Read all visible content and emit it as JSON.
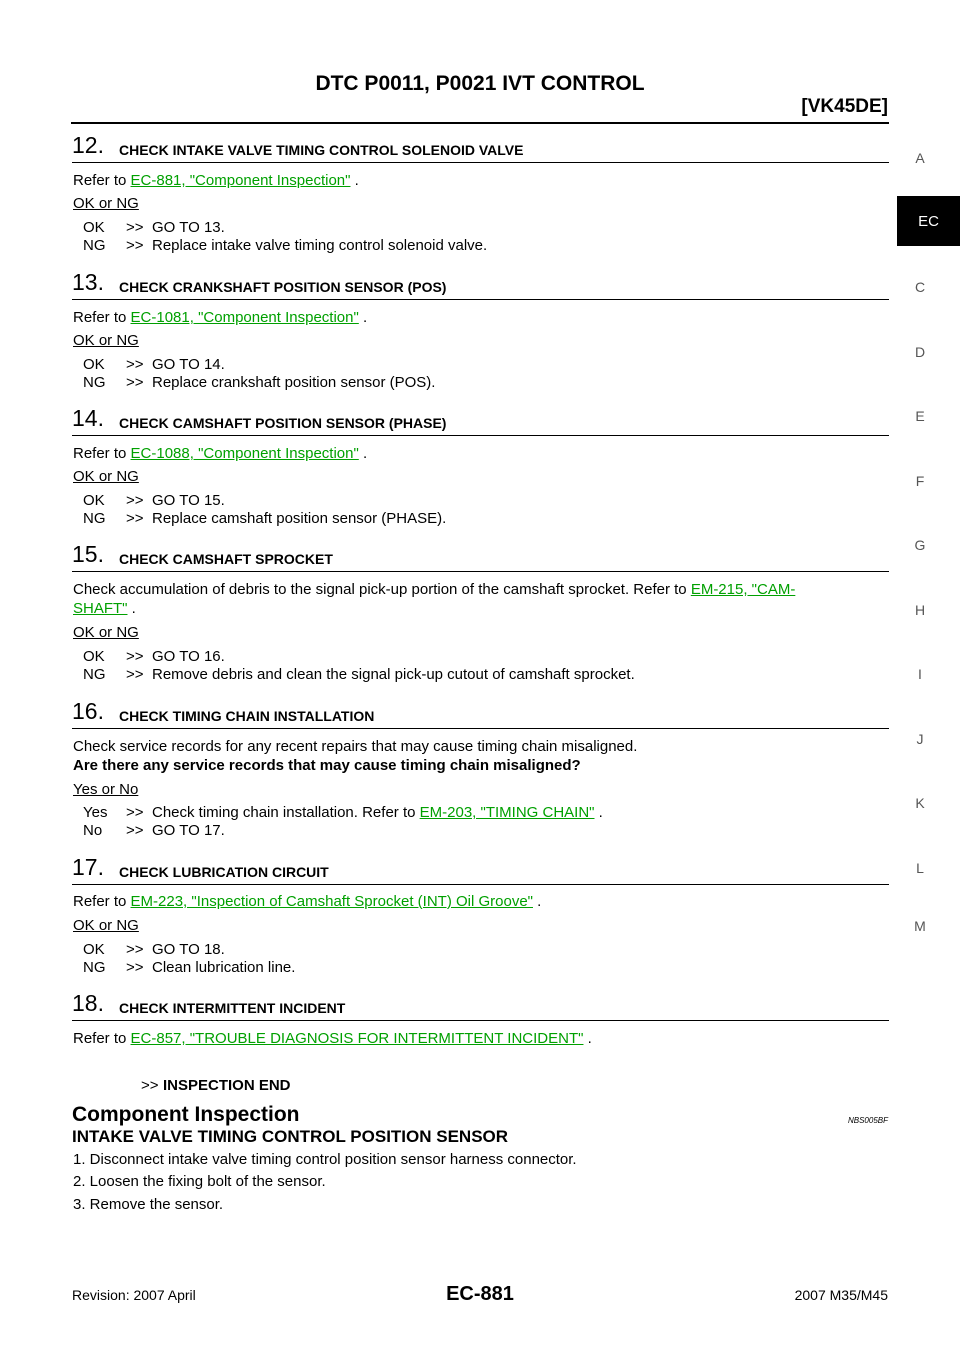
{
  "header": {
    "title": "DTC P0011, P0021 IVT CONTROL",
    "engine": "[VK45DE]"
  },
  "side_index": {
    "active": "EC",
    "letters": [
      "A",
      "C",
      "D",
      "E",
      "F",
      "G",
      "H",
      "I",
      "J",
      "K",
      "L",
      "M"
    ]
  },
  "steps": {
    "s12": {
      "num": "12.",
      "title": "CHECK INTAKE VALVE TIMING CONTROL SOLENOID VALVE",
      "refer_prefix": "Refer to ",
      "link": "EC-881, \"Component Inspection\"",
      "refer_suffix": " .",
      "judge": "OK or NG",
      "r1_key": "OK",
      "r1_arrow": ">>",
      "r1_text": "GO TO 13.",
      "r2_key": "NG",
      "r2_arrow": ">>",
      "r2_text": "Replace intake valve timing control solenoid valve."
    },
    "s13": {
      "num": "13.",
      "title": "CHECK CRANKSHAFT POSITION SENSOR (POS)",
      "refer_prefix": "Refer to ",
      "link": "EC-1081, \"Component Inspection\"",
      "refer_suffix": " .",
      "judge": "OK or NG",
      "r1_key": "OK",
      "r1_arrow": ">>",
      "r1_text": "GO TO 14.",
      "r2_key": "NG",
      "r2_arrow": ">>",
      "r2_text": "Replace crankshaft position sensor (POS)."
    },
    "s14": {
      "num": "14.",
      "title": "CHECK CAMSHAFT POSITION SENSOR (PHASE)",
      "refer_prefix": "Refer to ",
      "link": "EC-1088, \"Component Inspection\"",
      "refer_suffix": " .",
      "judge": "OK or NG",
      "r1_key": "OK",
      "r1_arrow": ">>",
      "r1_text": "GO TO 15.",
      "r2_key": "NG",
      "r2_arrow": ">>",
      "r2_text": "Replace camshaft position sensor (PHASE)."
    },
    "s15": {
      "num": "15.",
      "title": "CHECK CAMSHAFT SPROCKET",
      "body": "Check accumulation of debris to the signal pick-up portion of the camshaft sprocket. Refer to ",
      "link_a": "EM-215, \"CAM-",
      "link_b": "SHAFT\"",
      "refer_suffix": " .",
      "judge": "OK or NG",
      "r1_key": "OK",
      "r1_arrow": ">>",
      "r1_text": "GO TO 16.",
      "r2_key": "NG",
      "r2_arrow": ">>",
      "r2_text": "Remove debris and clean the signal pick-up cutout of camshaft sprocket."
    },
    "s16": {
      "num": "16.",
      "title": "CHECK TIMING CHAIN INSTALLATION",
      "body": "Check service records for any recent repairs that may cause timing chain misaligned.",
      "question": "Are there any service records that may cause timing chain misaligned?",
      "judge": "Yes or No",
      "r1_key": "Yes",
      "r1_arrow": ">>",
      "r1_text": "Check timing chain installation. Refer to ",
      "r1_link": "EM-203, \"TIMING CHAIN\"",
      "r1_suffix": " .",
      "r2_key": "No",
      "r2_arrow": ">>",
      "r2_text": "GO TO 17."
    },
    "s17": {
      "num": "17.",
      "title": "CHECK LUBRICATION CIRCUIT",
      "refer_prefix": "Refer to ",
      "link": "EM-223, \"Inspection of Camshaft Sprocket (INT) Oil Groove\"",
      "refer_suffix": " .",
      "judge": "OK or NG",
      "r1_key": "OK",
      "r1_arrow": ">>",
      "r1_text": "GO TO 18.",
      "r2_key": "NG",
      "r2_arrow": ">>",
      "r2_text": "Clean lubrication line."
    },
    "s18": {
      "num": "18.",
      "title": "CHECK INTERMITTENT INCIDENT",
      "refer_prefix": "Refer to ",
      "link": "EC-857, \"TROUBLE DIAGNOSIS FOR INTERMITTENT INCIDENT\"",
      "refer_suffix": " .",
      "end_arrow": ">>",
      "end_text": "INSPECTION END"
    }
  },
  "component": {
    "heading": "Component Inspection",
    "code": "NBS005BF",
    "subheading": "INTAKE VALVE TIMING CONTROL POSITION SENSOR",
    "items": [
      "1.  Disconnect intake valve timing control position sensor harness connector.",
      "2.  Loosen the fixing bolt of the sensor.",
      "3.  Remove the sensor."
    ]
  },
  "footer": {
    "revision": "Revision: 2007 April",
    "page": "EC-881",
    "model": "2007 M35/M45"
  }
}
